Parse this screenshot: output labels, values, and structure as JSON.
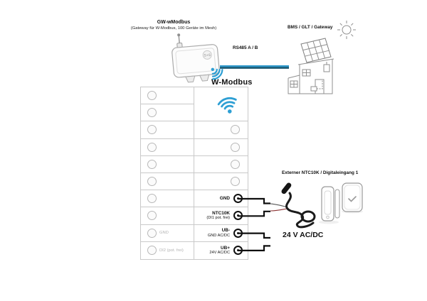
{
  "colors": {
    "accent_blue": "#2e9fd4",
    "bus_blue": "#2b95c8",
    "bus_dark": "#11506a",
    "grid_border": "#c9c9c9",
    "muted_label": "#b3b3b3"
  },
  "header": {
    "device_title": "GW-wModbus",
    "device_subtitle": "(Gateway für W-Modbus, 100 Geräte im Mesh)",
    "device_logo": "S+S",
    "bus_label": "RS485 A / B",
    "bms_label": "BMS / GLT / Gateway"
  },
  "radio": {
    "label": "W-Modbus"
  },
  "terminal_block": {
    "left_rows": [
      "",
      "",
      "",
      "",
      "",
      "",
      "",
      "",
      "GND",
      "DI2 (pot. frei)"
    ],
    "right_terminals": [
      {
        "label": "GND",
        "sub": ""
      },
      {
        "label": "NTC10K",
        "sub": "(DI1 pot. frei)"
      },
      {
        "label": "UB-",
        "sub": "GND AC/DC"
      },
      {
        "label": "UB+",
        "sub": "24V AC/DC"
      }
    ]
  },
  "annotations": {
    "external_input": "Externer NTC10K / Digitaleingang 1",
    "power": "24 V AC/DC"
  },
  "icons": {
    "wireless": "wifi-icon",
    "sun": "sun-icon",
    "building": "building-illustration",
    "device": "gateway-device-illustration",
    "ntc_probe": "ntc-sensor-photo",
    "window_contact": "window-contact-photo",
    "room_sensor": "room-sensor-photo"
  }
}
